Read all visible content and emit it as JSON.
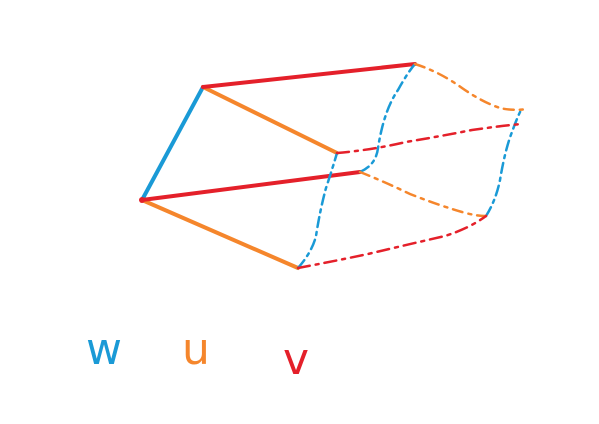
{
  "colors": {
    "w": "#1a9ad6",
    "u": "#f5862c",
    "v": "#e4202a"
  },
  "legend": {
    "w": "w",
    "u": "u",
    "v": "v"
  }
}
